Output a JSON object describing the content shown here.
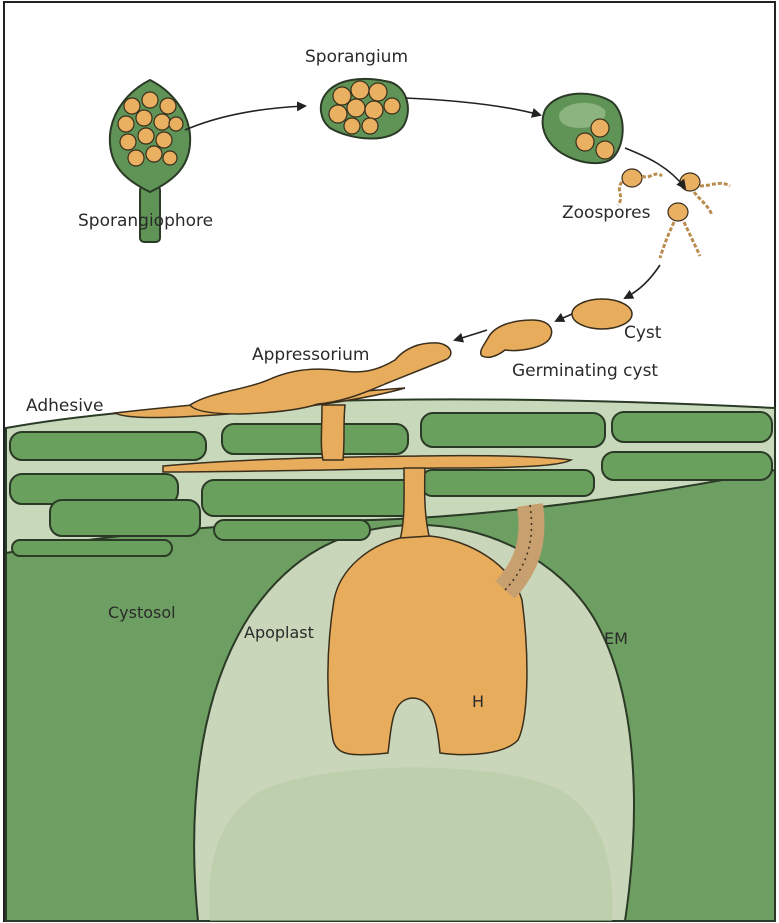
{
  "diagram": {
    "labels": {
      "sporangiophore": "Sporangiophore",
      "sporangium": "Sporangium",
      "zoospores": "Zoospores",
      "cyst": "Cyst",
      "germinating_cyst": "Germinating cyst",
      "appressorium": "Appressorium",
      "adhesive": "Adhesive",
      "cystosol": "Cystosol",
      "apoplast": "Apoplast",
      "em": "EM",
      "h": "H"
    },
    "colors": {
      "pathogen_orange": "#e8ad5c",
      "pathogen_outline": "#3a2e1c",
      "plant_green_dark": "#5f9456",
      "plant_green_mid": "#75a86a",
      "cell_light": "#c5d5b7",
      "apoplast_light": "#d1dcc3",
      "outline": "#2b3a26"
    }
  }
}
